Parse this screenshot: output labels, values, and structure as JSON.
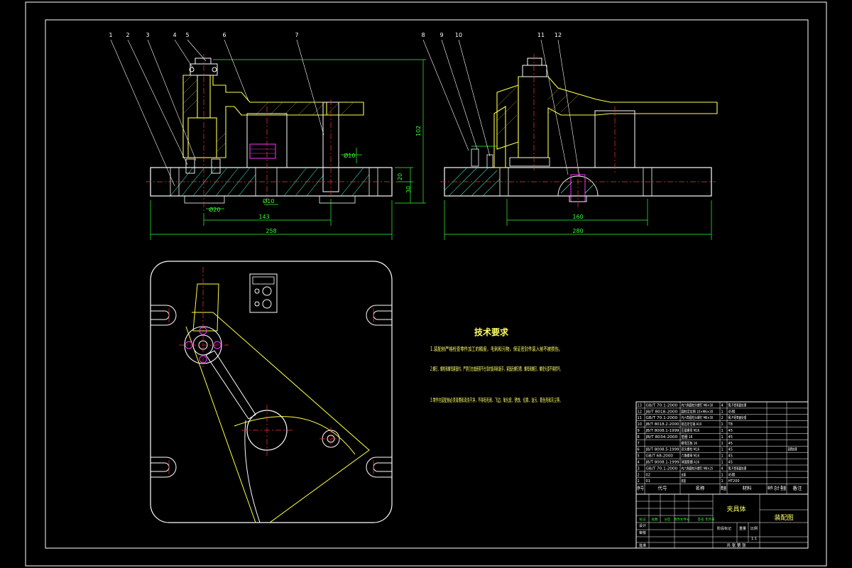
{
  "drawing": {
    "front_view": {
      "balloons": [
        "1",
        "2",
        "3",
        "4",
        "5",
        "6",
        "7"
      ],
      "dims": {
        "height_total": "102",
        "d_phi": "Ø10",
        "d_phi2": "Ø10",
        "d_h": "20",
        "d_h2": "30",
        "d_bottom": "Ø20",
        "width_inner": "143",
        "width_total": "258"
      }
    },
    "side_view": {
      "balloons": [
        "8",
        "9",
        "10",
        "11",
        "12"
      ],
      "dims": {
        "width_inner": "160",
        "width_total": "280"
      }
    },
    "tech_req": {
      "title": "技术要求",
      "items": [
        "1.装配前严格检查零件加工的精度，毛刺和污物，保证密封件装入前不被损伤。",
        "2.螺钉、螺栓和螺母紧固时，严禁打击或使用不合适的旋具和扳手，紧固后螺钉槽、螺母和螺钉、螺栓头部不得损坏。",
        "3.零件在装配前必须清理和清洗干净，不得有毛刺、飞边、氧化皮、锈蚀、切屑、油污、着色剂和灰尘等。"
      ]
    },
    "bom": {
      "headers": [
        "序号",
        "代号",
        "名称",
        "数量",
        "材料",
        "单件 总计 重量",
        "备注"
      ],
      "rows": [
        [
          "13",
          "GB/T 70.1-2000",
          "内六角圆柱头螺钉 M6×30",
          "4",
          "钢,不经表面处理",
          "",
          ""
        ],
        [
          "12",
          "JB/T 8018-2000",
          "圆柱定位销 10×M6×30",
          "1",
          "45钢",
          "",
          ""
        ],
        [
          "11",
          "GB/T 70.1-2000",
          "内六角圆柱头螺钉 M6×30",
          "2",
          "钢,不经表面处理",
          "",
          ""
        ],
        [
          "10",
          "JB/T 8018.2-2000",
          "削边定位销 A10",
          "1",
          "T8",
          "",
          ""
        ],
        [
          "9",
          "JB/T 8008.1-1999",
          "压紧螺母 M16",
          "1",
          "45",
          "",
          ""
        ],
        [
          "8",
          "JB/T 8034-2000",
          "垫圈 16",
          "1",
          "45",
          "",
          ""
        ],
        [
          "7",
          "",
          "螺母压板 16",
          "1",
          "45",
          "",
          ""
        ],
        [
          "6",
          "JB/T 8008.5-1999",
          "双头螺柱 M16",
          "1",
          "45",
          "",
          "调质处理"
        ],
        [
          "5",
          "GB/T 68-2000",
          "六角螺母 M16",
          "1",
          "45",
          "",
          ""
        ],
        [
          "4",
          "JB/T 8008.1-1999",
          "球面垫圈 A16",
          "1",
          "45",
          "",
          ""
        ],
        [
          "3",
          "GB/T 70.1-2000",
          "内六角圆柱头螺钉 M8×25",
          "4",
          "钢,不经表面处理",
          "",
          ""
        ],
        [
          "2",
          "02",
          "支座",
          "1",
          "45钢",
          "",
          ""
        ],
        [
          "1",
          "01",
          "底座",
          "1",
          "HT200",
          "",
          ""
        ]
      ]
    },
    "title_block": {
      "part": "夹具体",
      "drawing_name": "装配图",
      "scale_label": "比例",
      "scale": "1:1",
      "sheet": "共 张 第 张",
      "designer_label": "设计",
      "checker_label": "审核",
      "approver_label": "批准",
      "mark_row": [
        "标记",
        "处数",
        "分区",
        "更改文件号",
        "签名",
        "年月日"
      ],
      "stage_label": "阶段标记",
      "weight_label": "重量"
    }
  }
}
